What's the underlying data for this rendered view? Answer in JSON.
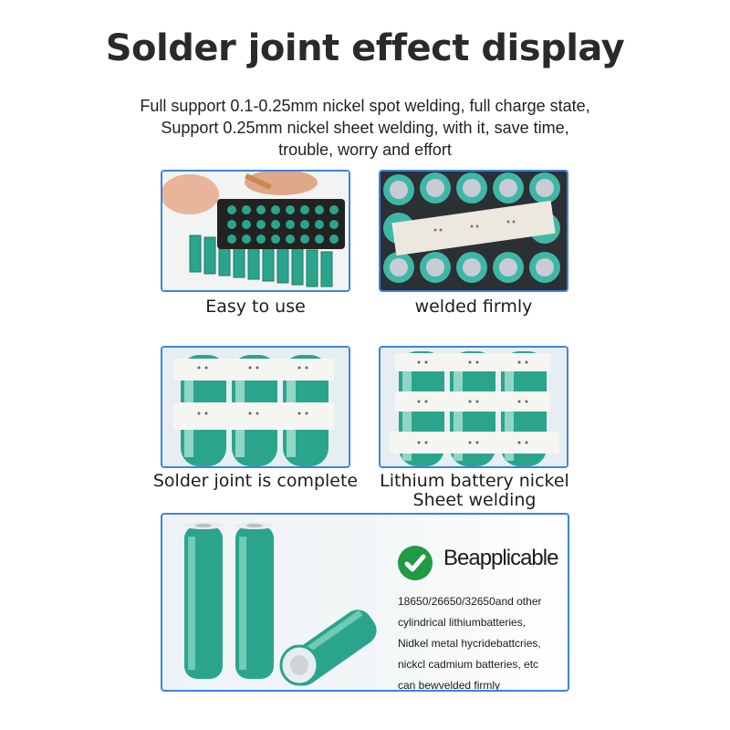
{
  "title": "Solder joint effect display",
  "subtitle": [
    "Full support 0.1-0.25mm nickel spot welding, full charge state,",
    "Support 0.25mm nickel sheet welding, with it, save time,",
    "trouble, worry and effort"
  ],
  "panels": [
    {
      "caption": "Easy to use"
    },
    {
      "caption": "welded firmly"
    },
    {
      "caption": "Solder joint is complete"
    },
    {
      "caption_lines": [
        "Lithium battery nickel",
        "Sheet welding"
      ]
    }
  ],
  "applicable": {
    "title": "Beapplicable",
    "lines": [
      "18650/26650/32650and other",
      "cylindrical lithiumbatteries,",
      "Nidkel metal hycridebattcries,",
      "nickcl cadmium batteries, etc",
      "can bewvelded firmly"
    ]
  },
  "colors": {
    "frame": "#3c83e6",
    "battery": "#2aa58c",
    "check": "#1f9a45"
  }
}
